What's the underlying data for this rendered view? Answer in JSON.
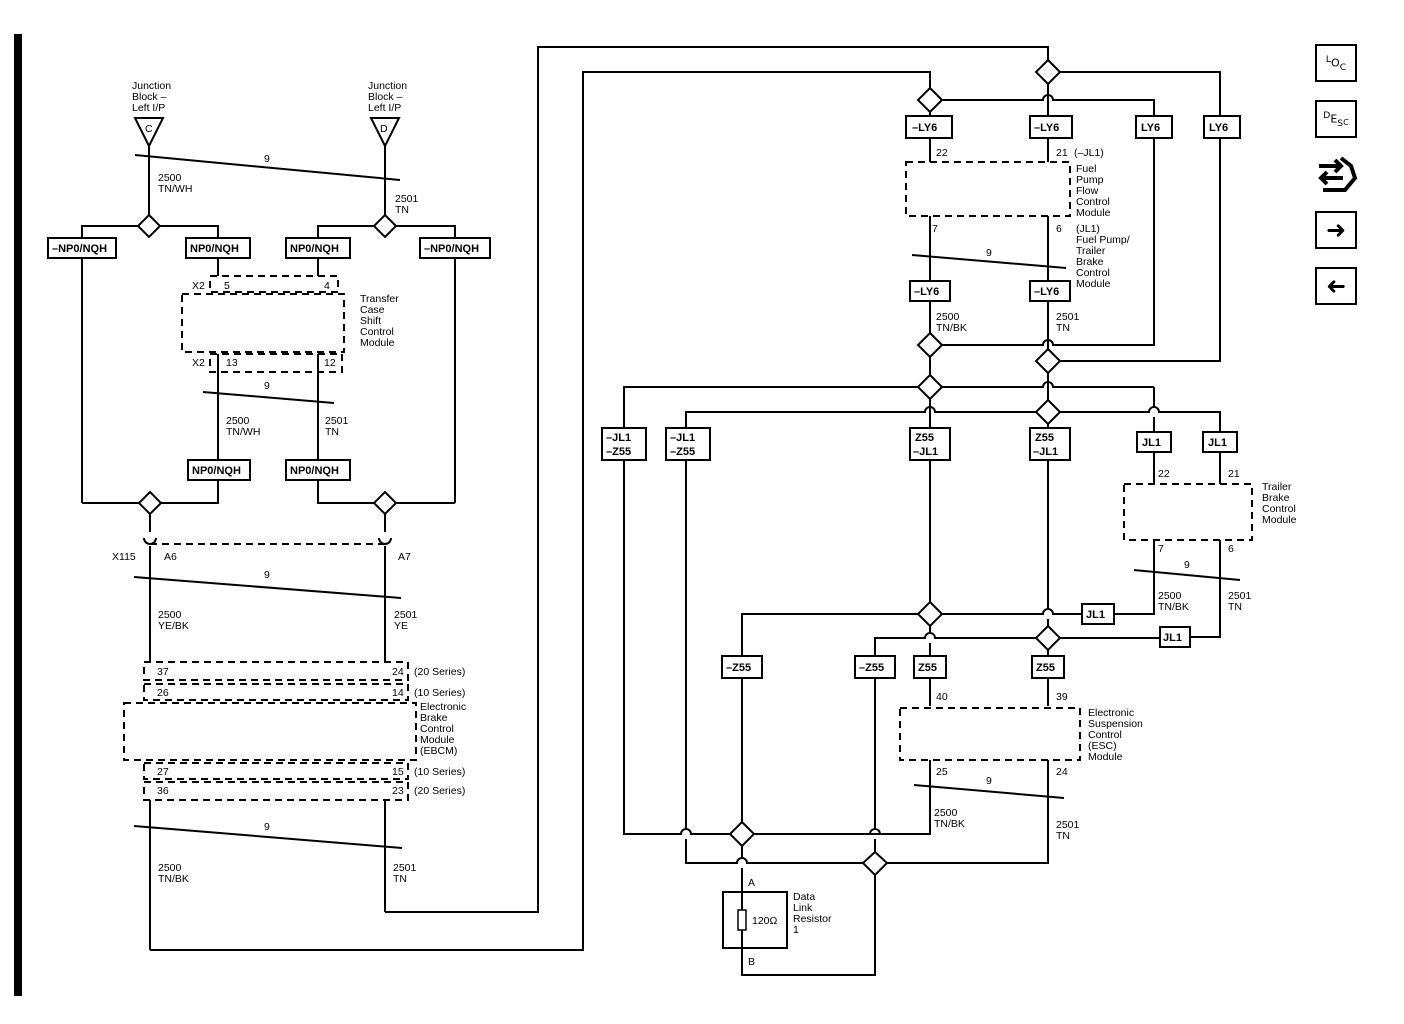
{
  "junction": {
    "left_title": [
      "Junction",
      "Block –",
      "Left I/P"
    ],
    "right_title": [
      "Junction",
      "Block –",
      "Left I/P"
    ],
    "left_letter": "C",
    "right_letter": "D"
  },
  "twist_label": "9",
  "options": {
    "neg_np0_nqh": "–NP0/NQH",
    "np0_nqh": "NP0/NQH",
    "neg_ly6": "–LY6",
    "ly6": "LY6",
    "neg_jl1_neg_z55": [
      "–JL1",
      "–Z55"
    ],
    "z55_neg_jl1": [
      "Z55",
      "–JL1"
    ],
    "jl1": "JL1",
    "neg_z55": "–Z55",
    "z55": "Z55"
  },
  "wires": {
    "c2500": "2500",
    "c2501": "2501",
    "tn_wh": "TN/WH",
    "tn": "TN",
    "tn_bk": "TN/BK",
    "ye_bk": "YE/BK",
    "ye": "YE"
  },
  "transfer_case": {
    "connector_top": "X2",
    "connector_bottom": "X2",
    "pins": [
      "5",
      "4",
      "13",
      "12"
    ],
    "name": [
      "Transfer",
      "Case",
      "Shift",
      "Control",
      "Module"
    ]
  },
  "inline_connector": {
    "name": "X115",
    "pin_a": "A6",
    "pin_b": "A7"
  },
  "ebcm": {
    "pins_top_20": [
      "37",
      "24"
    ],
    "pins_top_10": [
      "26",
      "14"
    ],
    "pins_bottom_10": [
      "27",
      "15"
    ],
    "pins_bottom_20": [
      "36",
      "23"
    ],
    "series_20": "(20 Series)",
    "series_10": "(10 Series)",
    "name": [
      "Electronic",
      "Brake",
      "Control",
      "Module",
      "(EBCM)"
    ]
  },
  "fuel_pump": {
    "pins": [
      "22",
      "21",
      "7",
      "6"
    ],
    "option_note": "(–JL1)",
    "name": [
      "Fuel",
      "Pump",
      "Flow",
      "Control",
      "Module"
    ],
    "alt_name": [
      "(JL1)",
      "Fuel Pump/",
      "Trailer",
      "Brake",
      "Control",
      "Module"
    ]
  },
  "trailer_brake": {
    "pins": [
      "22",
      "21",
      "7",
      "6"
    ],
    "name": [
      "Trailer",
      "Brake",
      "Control",
      "Module"
    ]
  },
  "esc": {
    "pins": [
      "40",
      "39",
      "25",
      "24"
    ],
    "name": [
      "Electronic",
      "Suspension",
      "Control",
      "(ESC)",
      "Module"
    ]
  },
  "resistor": {
    "pin_a": "A",
    "pin_b": "B",
    "value": "120Ω",
    "name": [
      "Data",
      "Link",
      "Resistor",
      "1"
    ]
  },
  "toolbar": {
    "loc": {
      "l": "L",
      "o": "O",
      "c": "C",
      "icon": "location-icon"
    },
    "desc": {
      "d": "D",
      "e": "E",
      "s": "S",
      "c": "C",
      "icon": "description-icon"
    },
    "connector_icon": "connector-icon",
    "next_icon": "arrow-right-icon",
    "prev_icon": "arrow-left-icon"
  }
}
